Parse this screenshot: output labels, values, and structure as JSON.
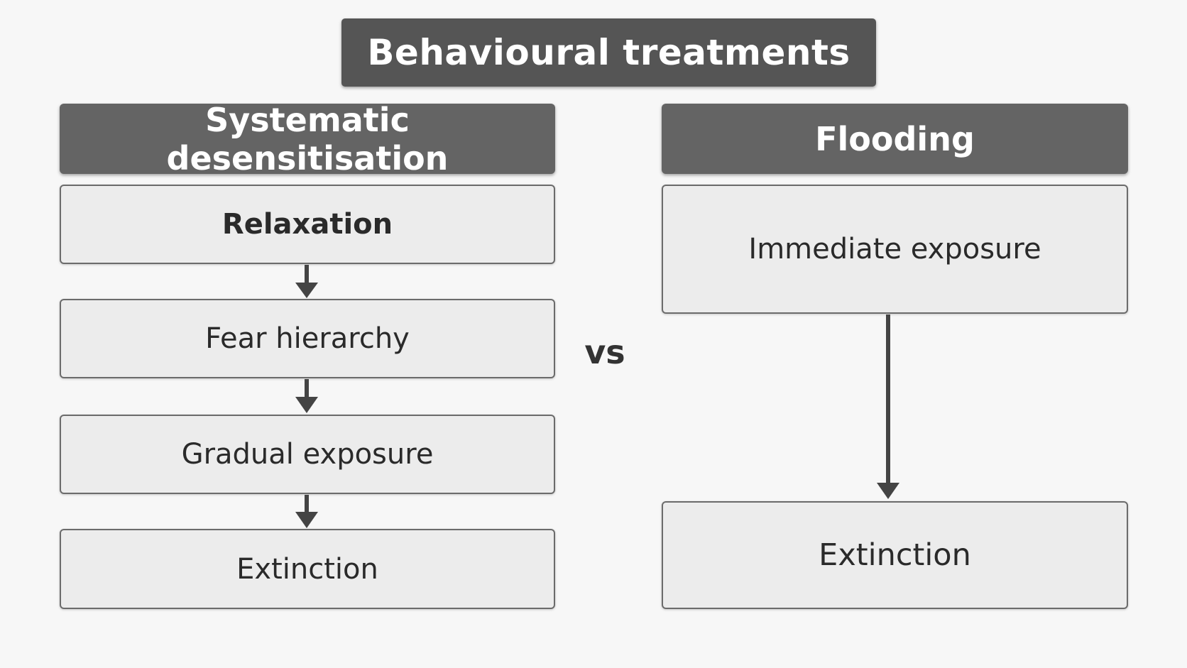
{
  "title": "Behavioural treatments",
  "comparison_label": "vs",
  "left_column": {
    "header": "Systematic desensitisation",
    "steps": [
      "Relaxation",
      "Fear hierarchy",
      "Gradual exposure",
      "Extinction"
    ]
  },
  "right_column": {
    "header": "Flooding",
    "steps": [
      "Immediate exposure",
      "Extinction"
    ]
  },
  "colors": {
    "header_fill": "#555555",
    "column_header_fill": "#646464",
    "step_fill": "#ececec",
    "step_border": "#6b6b6b",
    "arrow": "#444444",
    "background": "#f7f7f7"
  }
}
